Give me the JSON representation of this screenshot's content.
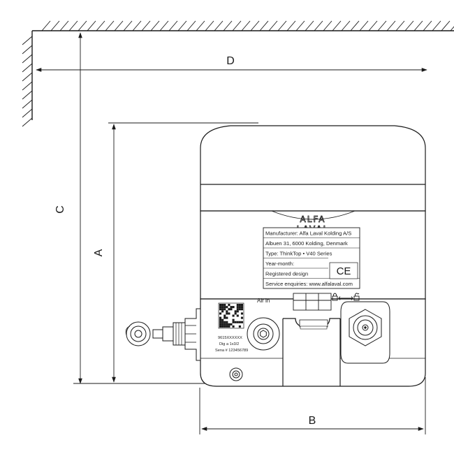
{
  "dimensions": {
    "d": "D",
    "c": "C",
    "a": "A",
    "b": "B"
  },
  "logo": {
    "line1": "ALFA",
    "line2": "LAVAL"
  },
  "nameplate": {
    "rows": [
      "Manufacturer: Alfa Laval Kolding A/S",
      "Albuen 31, 6000 Kolding, Denmark",
      "Type: ThinkTop • V40 Series",
      "Year-month:",
      "Registered design",
      "Service enquiries: www.alfalaval.com"
    ],
    "ce_mark": "CE"
  },
  "air_in_label": "Air in",
  "serial_label": {
    "line1": "9615XXXXXX",
    "line2": "Dig a 1x3/2",
    "line3": "Sena # 123456789"
  },
  "icons": [
    "lock-closed-icon",
    "arrow-both-icon",
    "lock-open-icon"
  ]
}
